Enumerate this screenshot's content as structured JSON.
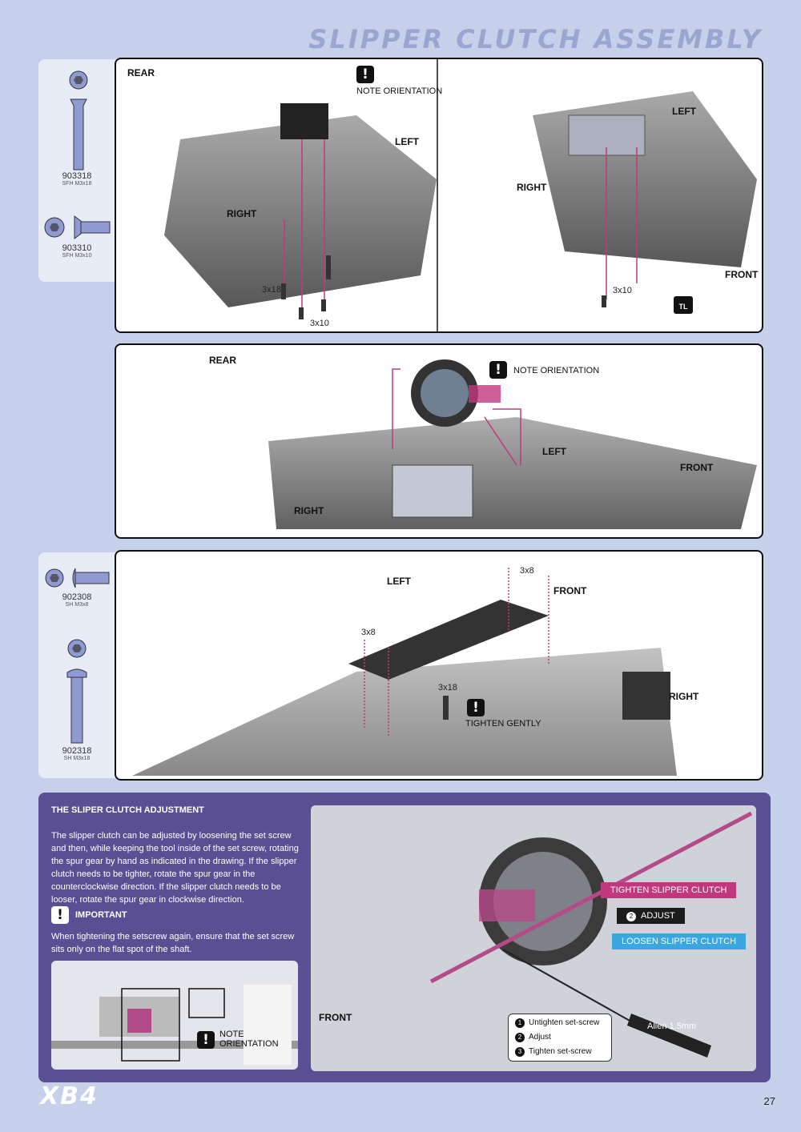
{
  "page_title": "SLIPPER CLUTCH ASSEMBLY",
  "footer": {
    "logo": "XB4",
    "page_number": "27"
  },
  "step1": {
    "parts": [
      {
        "number": "903318",
        "desc": "SFH M3x18"
      },
      {
        "number": "903310",
        "desc": "SFH M3x10"
      }
    ],
    "left_view": {
      "rear": "REAR",
      "left": "LEFT",
      "right": "RIGHT",
      "note": "NOTE ORIENTATION",
      "screw_a": "3x18",
      "screw_b": "3x10"
    },
    "right_view": {
      "left": "LEFT",
      "right": "RIGHT",
      "front": "FRONT",
      "screw": "3x10",
      "tool_label": "TL"
    }
  },
  "step2": {
    "rear": "REAR",
    "left": "LEFT",
    "right": "RIGHT",
    "front": "FRONT",
    "note": "NOTE ORIENTATION"
  },
  "step3": {
    "parts": [
      {
        "number": "902308",
        "desc": "SH M3x8"
      },
      {
        "number": "902318",
        "desc": "SH M3x18"
      }
    ],
    "left": "LEFT",
    "front": "FRONT",
    "right": "RIGHT",
    "screw_a": "3x8",
    "screw_b": "3x8",
    "screw_c": "3x18",
    "tighten": "TIGHTEN GENTLY"
  },
  "adjustment": {
    "title": "THE SLIPER CLUTCH ADJUSTMENT",
    "body": "The slipper clutch can be adjusted by loosening the set screw and then, while keeping the tool inside of the set screw, rotating the spur gear by hand as indicated in the drawing. If the slipper clutch needs to be tighter, rotate the spur gear in the counterclockwise direction. If the slipper clutch needs to be looser, rotate the spur gear in clockwise direction.",
    "important_title": "IMPORTANT",
    "important_body": "When tightening the setscrew again, ensure that the set screw sits only on the flat spot of the shaft.",
    "note": "NOTE ORIENTATION",
    "tighten_label": "TIGHTEN SLIPPER CLUTCH",
    "adjust_label": "ADJUST",
    "adjust_num": "2",
    "loosen_label": "LOOSEN SLIPPER CLUTCH",
    "front": "FRONT",
    "tool": "Allen 1.5mm",
    "steps": [
      {
        "num": "1",
        "text": "Untighten set-screw"
      },
      {
        "num": "2",
        "text": "Adjust"
      },
      {
        "num": "3",
        "text": "Tighten set-screw"
      }
    ],
    "colors": {
      "tighten": "#c2387f",
      "loosen": "#3aa7e0",
      "panel": "#5a4f93"
    }
  }
}
